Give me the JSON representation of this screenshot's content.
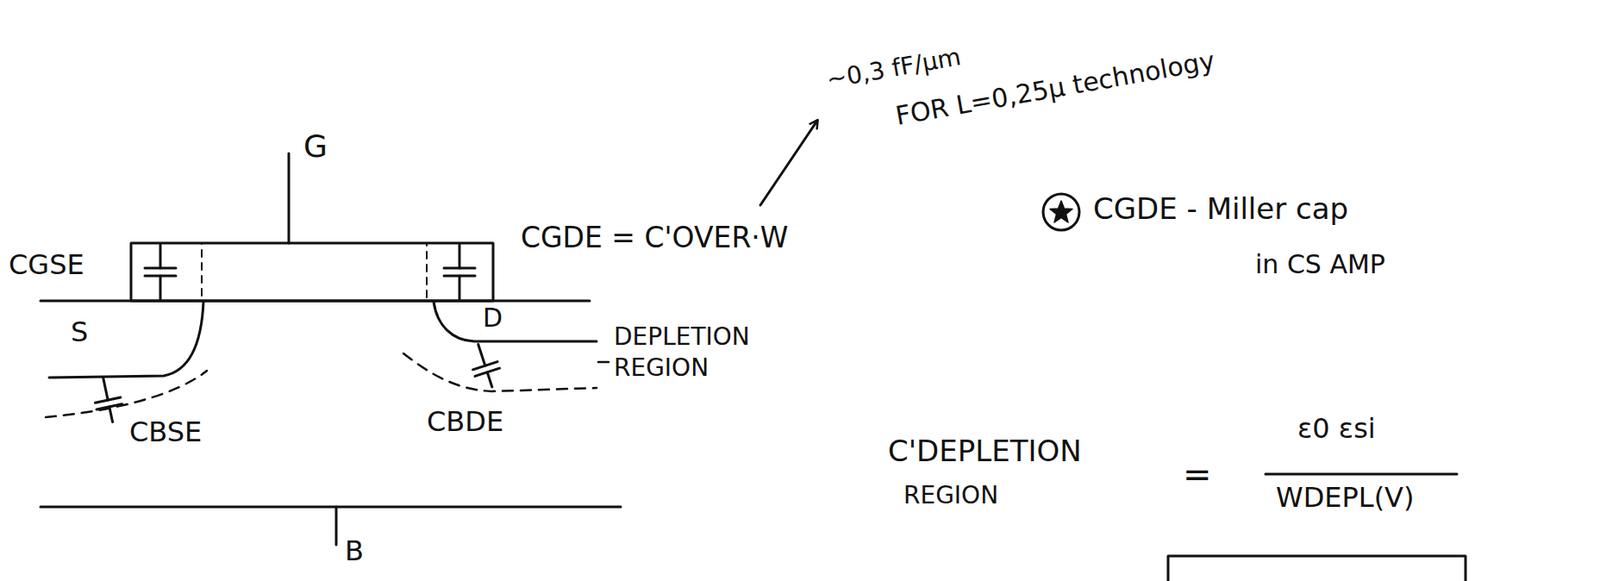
{
  "diagram": {
    "labels": [
      "G",
      "CGSE",
      "CGDE = C'OVER·W",
      "~0,3 fF/μm",
      "FOR L=0,25μ technology",
      "CGDE - Miller cap",
      "in CS AMP",
      "S",
      "D",
      "DEPLETION",
      "REGION",
      "CBSE",
      "CBDE",
      "B",
      "C'DEPLETION",
      "REGION",
      "=",
      "ε0 εsi",
      "WDEPL(V)"
    ]
  }
}
